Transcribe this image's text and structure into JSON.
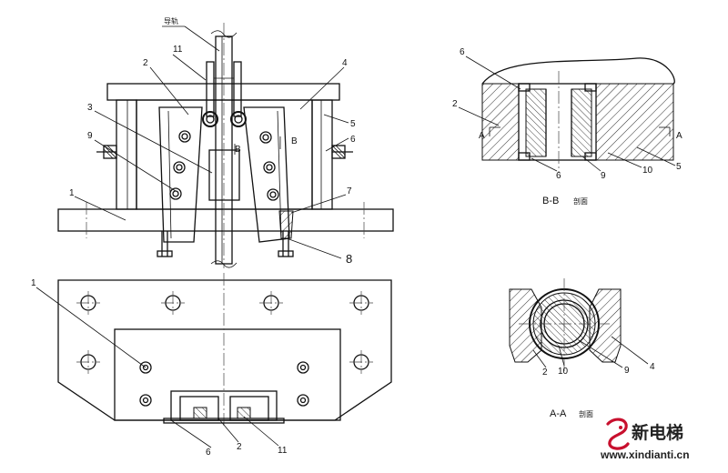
{
  "front_view": {
    "rail_label": "导轨",
    "labels": [
      "1",
      "2",
      "3",
      "4",
      "5",
      "6",
      "7",
      "8",
      "9",
      "11"
    ],
    "section_mark_a": "B",
    "section_mark_b": "B"
  },
  "bottom_view": {
    "labels": [
      "1",
      "6",
      "2",
      "11"
    ]
  },
  "section_bb": {
    "labels": [
      "6",
      "2",
      "6",
      "9",
      "10",
      "5"
    ],
    "mark_left": "A",
    "mark_right": "A",
    "caption_main": "B-B",
    "caption_suffix": "剖面"
  },
  "section_aa": {
    "labels": [
      "2",
      "10",
      "9",
      "4"
    ],
    "caption_main": "A-A",
    "caption_suffix": "剖面"
  },
  "watermark": {
    "brand": "新电梯",
    "url": "www.xindianti.cn",
    "accent_color": "#c8102e"
  }
}
